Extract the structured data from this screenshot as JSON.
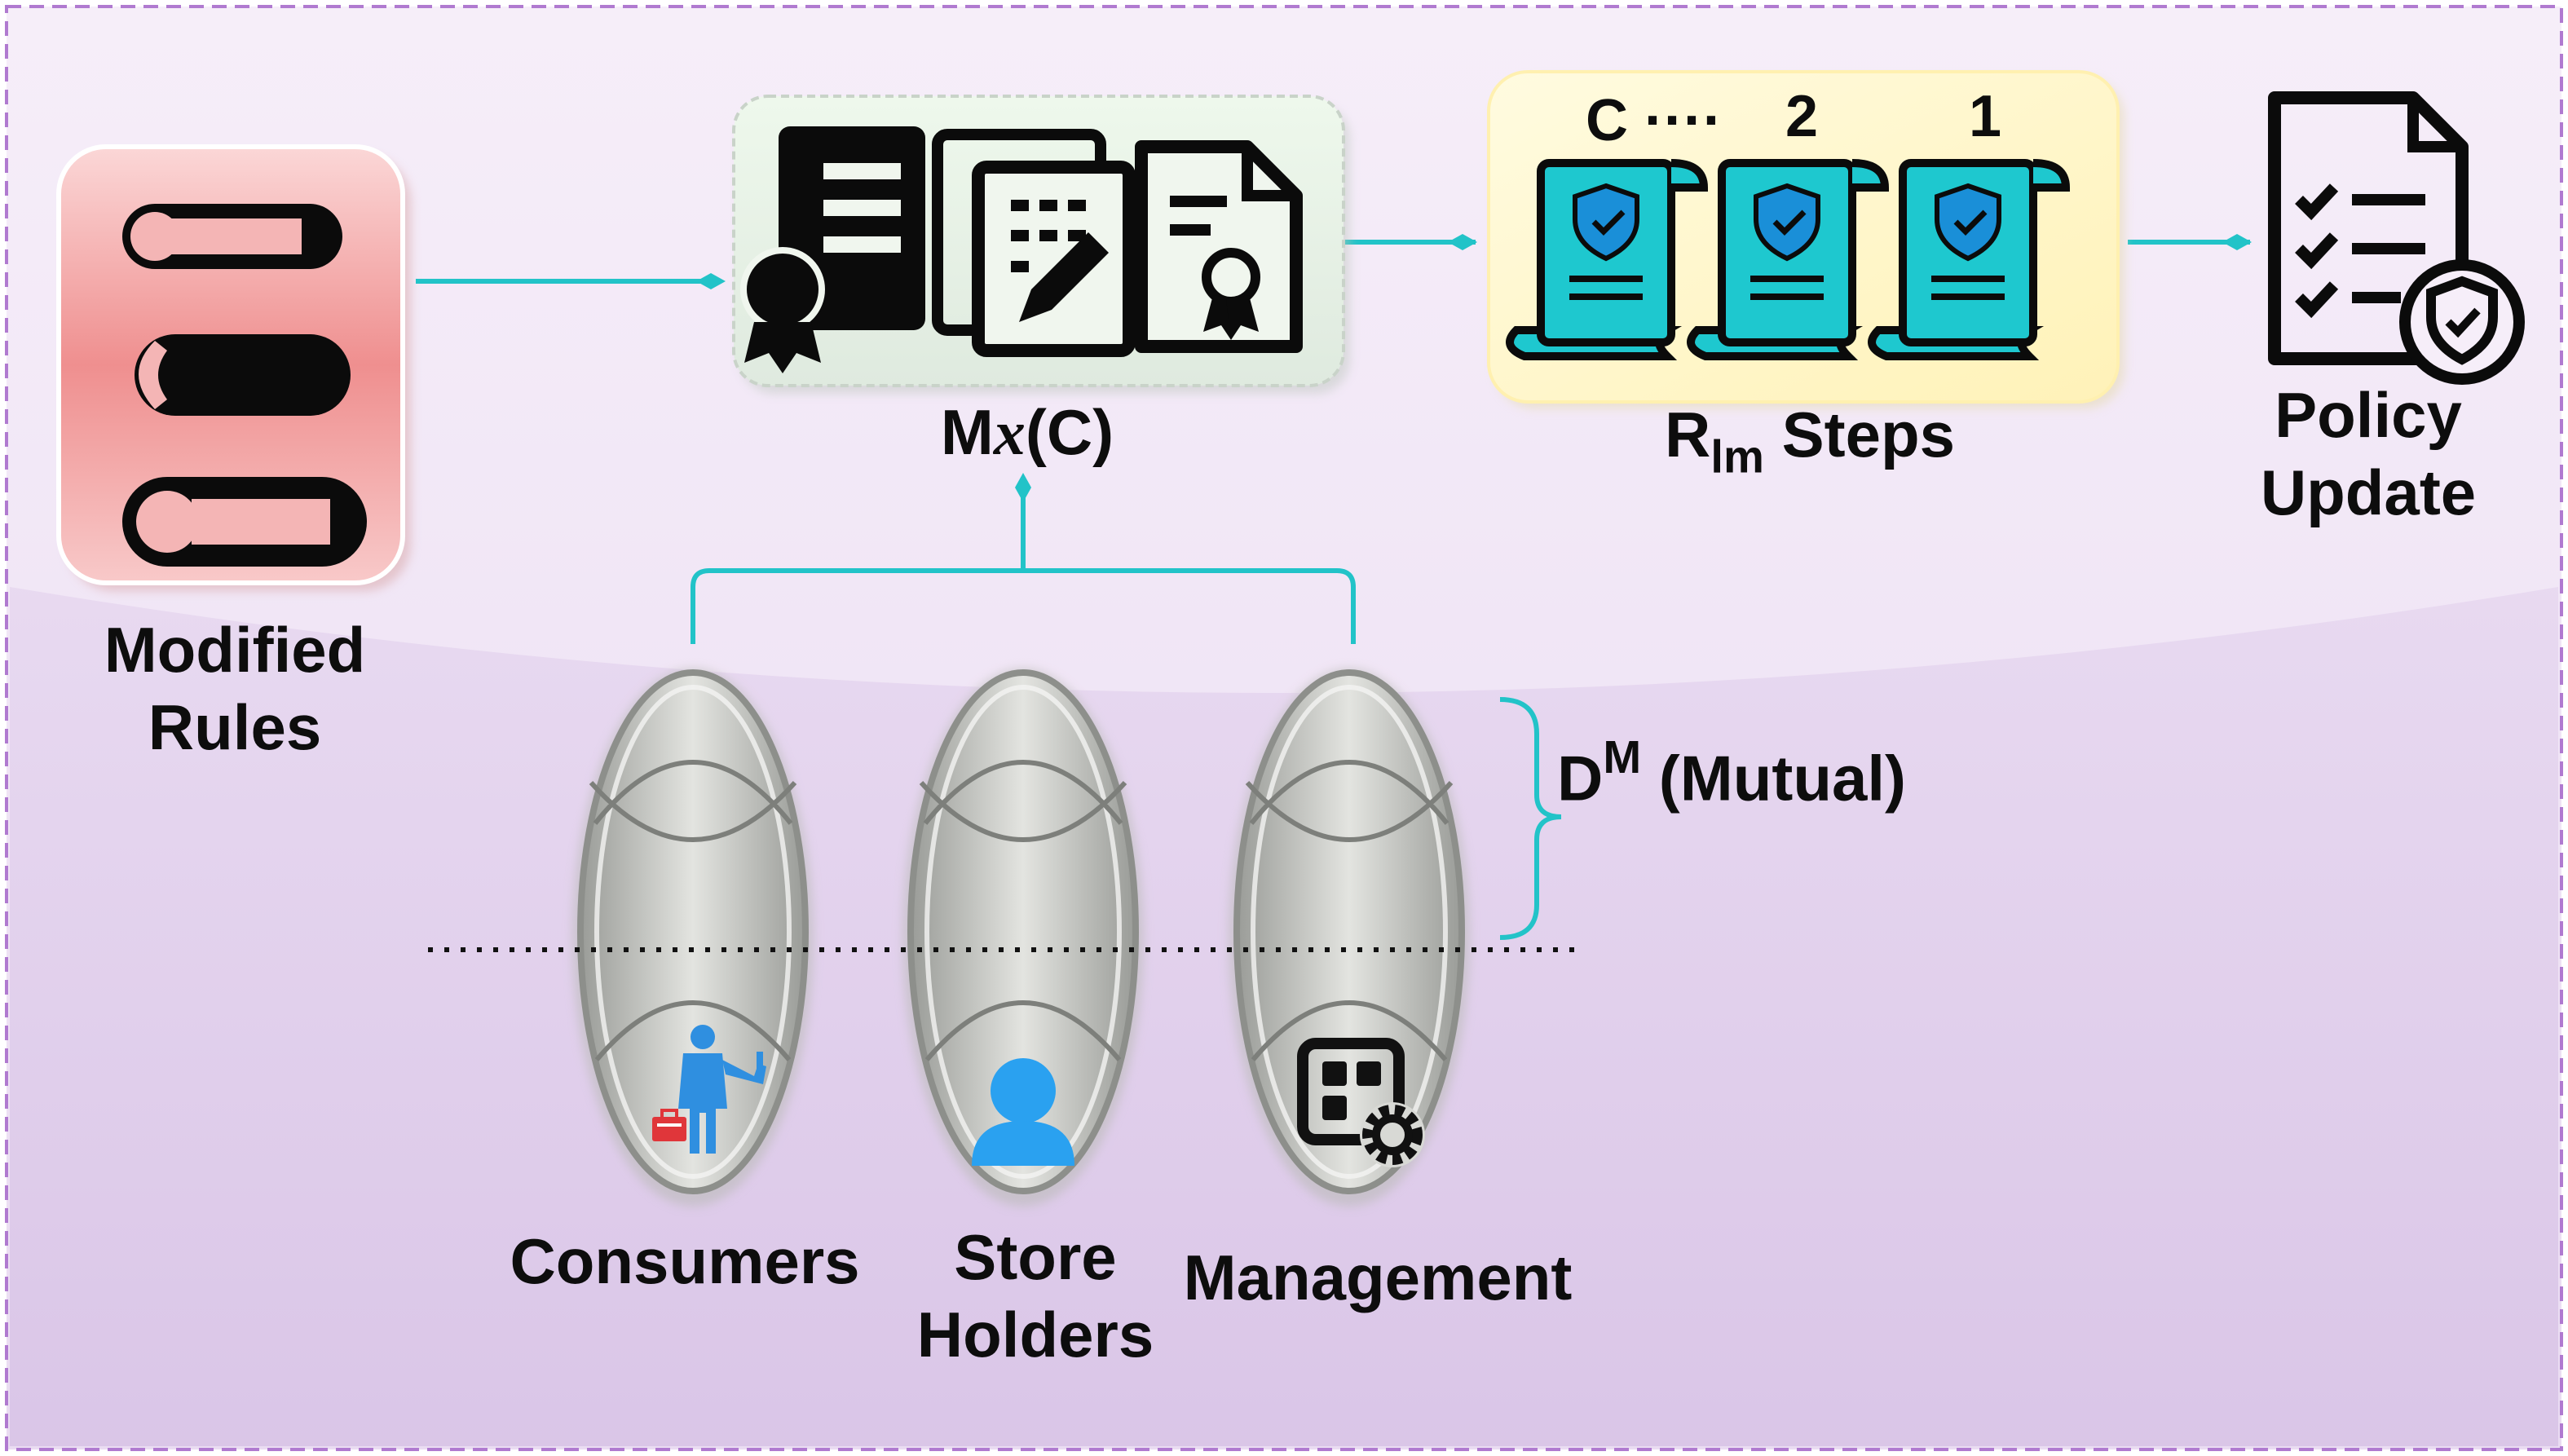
{
  "labels": {
    "modified_rules": [
      "Modified",
      "Rules"
    ],
    "mx_c": {
      "prefix": "M",
      "italic": "x",
      "suffix": "(C)"
    },
    "rlm_steps": {
      "base": "R",
      "sub": "lm",
      "rest": " Steps"
    },
    "policy_update": [
      "Policy",
      "Update"
    ],
    "dm_mutual": {
      "base": "D",
      "sup": "M",
      "rest": " (Mutual)"
    },
    "consumers": "Consumers",
    "store_holders": [
      "Store",
      "Holders"
    ],
    "management": "Management",
    "step_numbers": [
      "C ····",
      "2",
      "1"
    ]
  },
  "icons": {
    "modified_rules": "rolled-scrolls-icon",
    "mx_c": "documents-certificate-icon",
    "rlm_steps": "shield-scroll-icon",
    "policy_update": "checklist-shield-icon",
    "consumers": "worker-person-icon",
    "store_holders": "user-icon",
    "management": "dashboard-gear-icon"
  },
  "colors": {
    "connector": "#22c3c8",
    "scroll_fill": "#1ec8cf",
    "scroll_dark": "#1a8fd8",
    "rules_box": "#f4a7a7",
    "steps_box": "#fff7c8",
    "mx_box": "#e6f3e3",
    "background_top": "#f3e9f8",
    "background_bottom": "#d9c6e8"
  }
}
